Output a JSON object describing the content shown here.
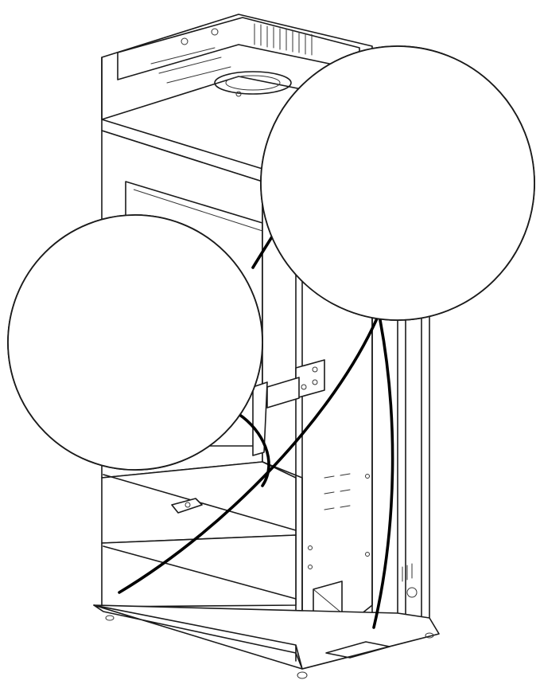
{
  "figure": {
    "subject": "appliance-frame-assembly",
    "callouts": [
      {
        "id": "detail-panel-insert",
        "icon": "arrow-right-icon"
      },
      {
        "id": "detail-drill-operation",
        "icon": "power-drill-icon"
      }
    ]
  },
  "colors": {
    "line": "#1a1a1a",
    "arrow": "#e01b1b",
    "panel": "#8c8c8c",
    "drill_body": "#7c8a8a",
    "drill_dark": "#4f5a5a",
    "background": "#ffffff"
  }
}
